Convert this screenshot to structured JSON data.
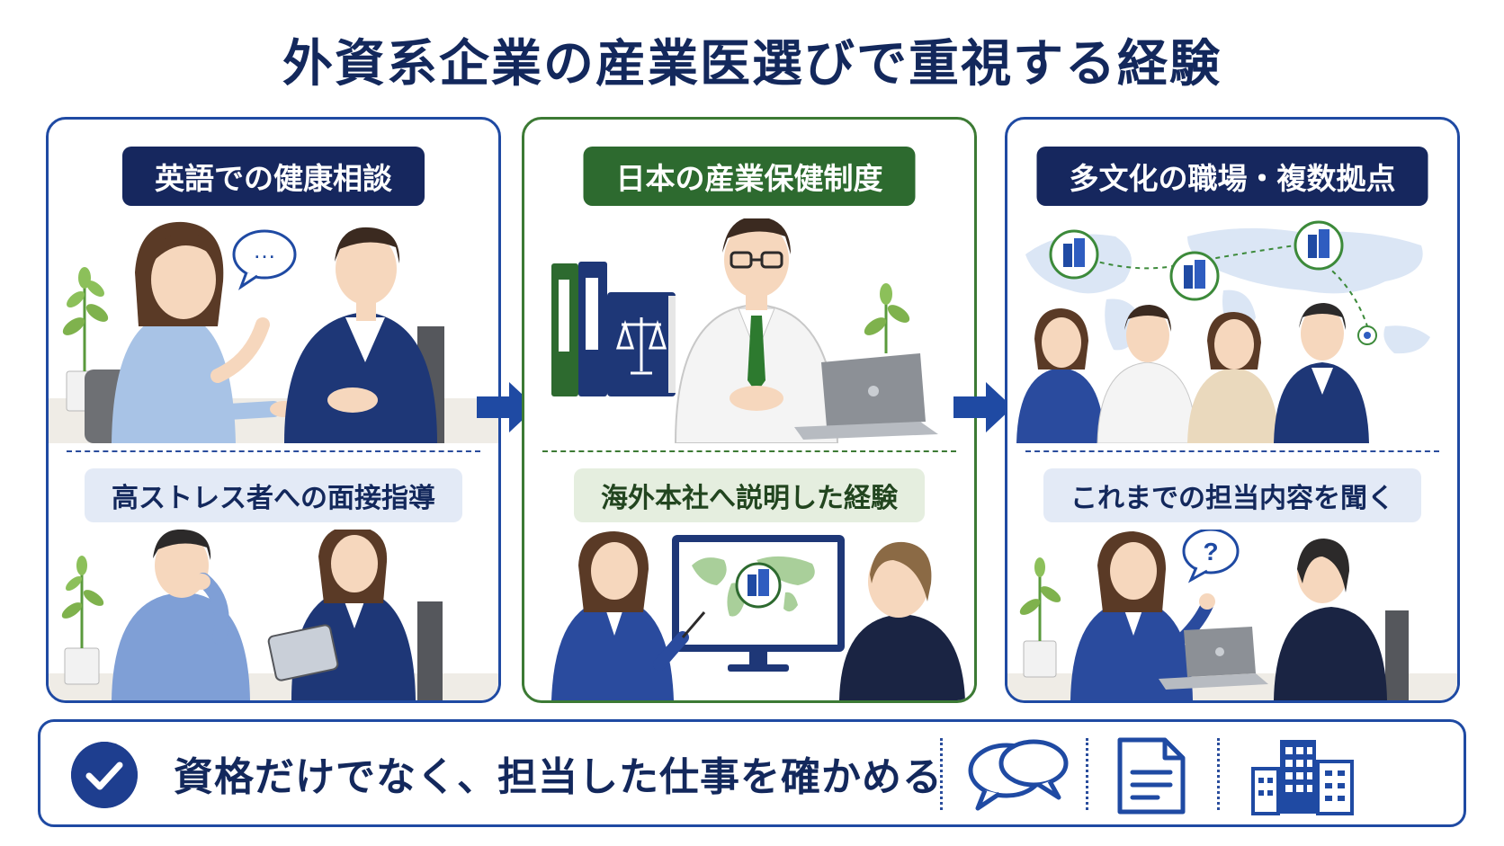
{
  "title": "外資系企業の産業医選びで重視する経験",
  "panels": [
    {
      "header": "英語での健康相談",
      "subheader": "高ストレス者への面接指導",
      "color": "#16275e"
    },
    {
      "header": "日本の産業保健制度",
      "subheader": "海外本社へ説明した経験",
      "color": "#2d6a2f"
    },
    {
      "header": "多文化の職場・複数拠点",
      "subheader": "これまでの担当内容を聞く",
      "color": "#16275e"
    }
  ],
  "bubbles": {
    "speech": "…",
    "question": "?"
  },
  "footer": {
    "message": "資格だけでなく、担当した仕事を確かめる",
    "icons": [
      "check-icon",
      "chat-bubbles-icon",
      "document-icon",
      "buildings-icon"
    ]
  },
  "colors": {
    "navy": "#16275e",
    "blue": "#1f4aa3",
    "green": "#3c7a34",
    "light_blue": "#e3eaf6",
    "light_green": "#e5eedf"
  }
}
